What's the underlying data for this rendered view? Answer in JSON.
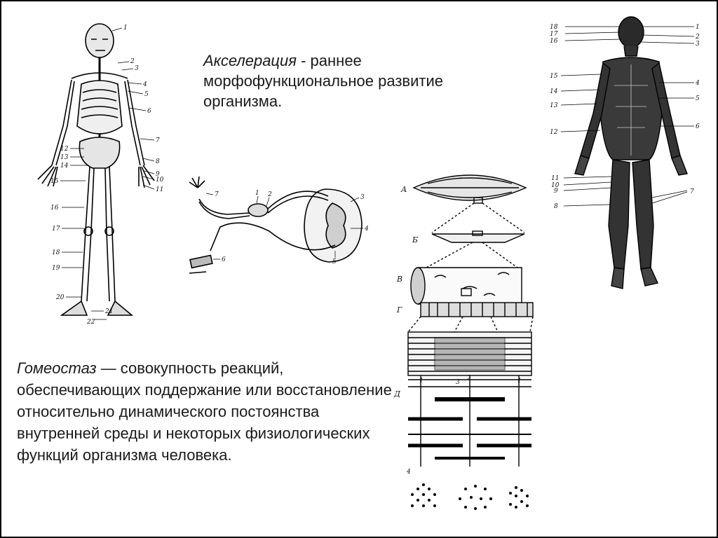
{
  "acceleration": {
    "term": "Акселерация",
    "text": " - раннее морфофункциональное развитие организма."
  },
  "homeostasis": {
    "term": "Гомеостаз",
    "text": " — совокупность реакций, обеспечивающих поддержание или восстановление относительно динамического постоянства внутренней среды и некоторых физиологических функций организма человека."
  },
  "figures": {
    "skeleton": {
      "labels": [
        "1",
        "2",
        "3",
        "4",
        "5",
        "6",
        "7",
        "8",
        "9",
        "10",
        "11",
        "12",
        "13",
        "14",
        "15",
        "16",
        "17",
        "18",
        "19",
        "20",
        "21",
        "22"
      ]
    },
    "reflex_arc": {
      "labels": [
        "1",
        "2",
        "3",
        "4",
        "5",
        "6",
        "7"
      ]
    },
    "muscle_structure": {
      "letters": [
        "А",
        "Б",
        "В",
        "Г",
        "Д"
      ],
      "numbers": [
        "1",
        "2",
        "3",
        "1",
        "4"
      ]
    },
    "muscular_system": {
      "labels": [
        "1",
        "2",
        "3",
        "4",
        "5",
        "6",
        "7",
        "8",
        "9",
        "10",
        "11",
        "12",
        "13",
        "14",
        "15",
        "16",
        "17",
        "18"
      ]
    }
  }
}
